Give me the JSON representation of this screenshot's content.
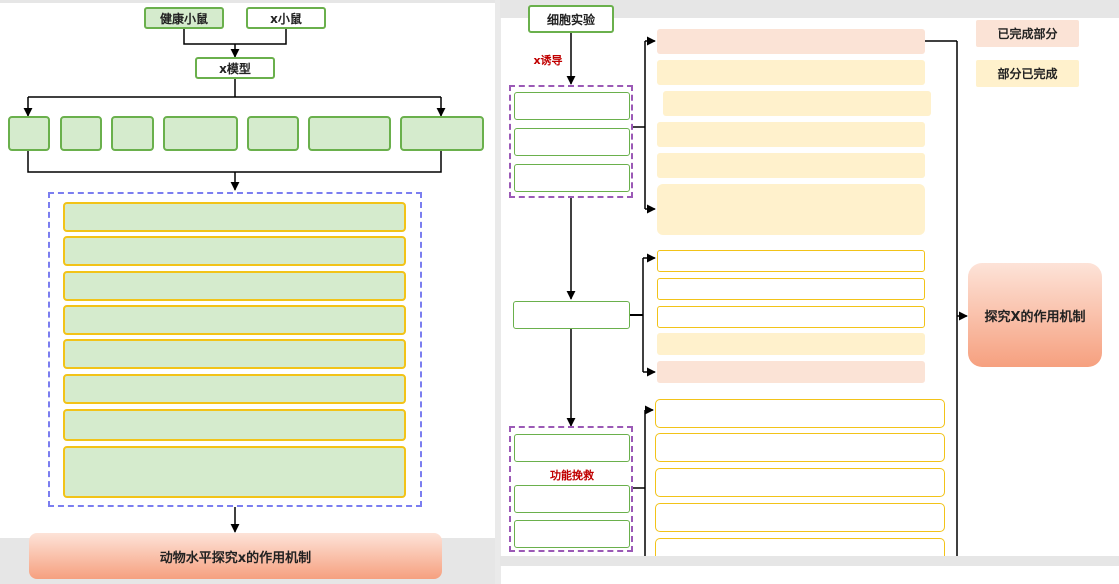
{
  "left": {
    "top_left_label": "健康小鼠",
    "top_right_label": "x小鼠",
    "model_label": "x模型",
    "result_label": "动物水平探究x的作用机制"
  },
  "right": {
    "cell_exp_label": "细胞实验",
    "induce_label": "x诱导",
    "rescue_label": "功能挽救",
    "result_label": "探究X的作用机制"
  },
  "legend": {
    "completed": "已完成部分",
    "partial": "部分已完成"
  },
  "colors": {
    "green_fill": "#d5ebcd",
    "green_border": "#6ab04c",
    "yellow_border": "#f2c318",
    "peach": "#fbe3d6",
    "cream": "#fff1cc",
    "accent_red": "#c00000",
    "dash_blue": "#7b7ef0",
    "dash_purple": "#9b59b6"
  }
}
